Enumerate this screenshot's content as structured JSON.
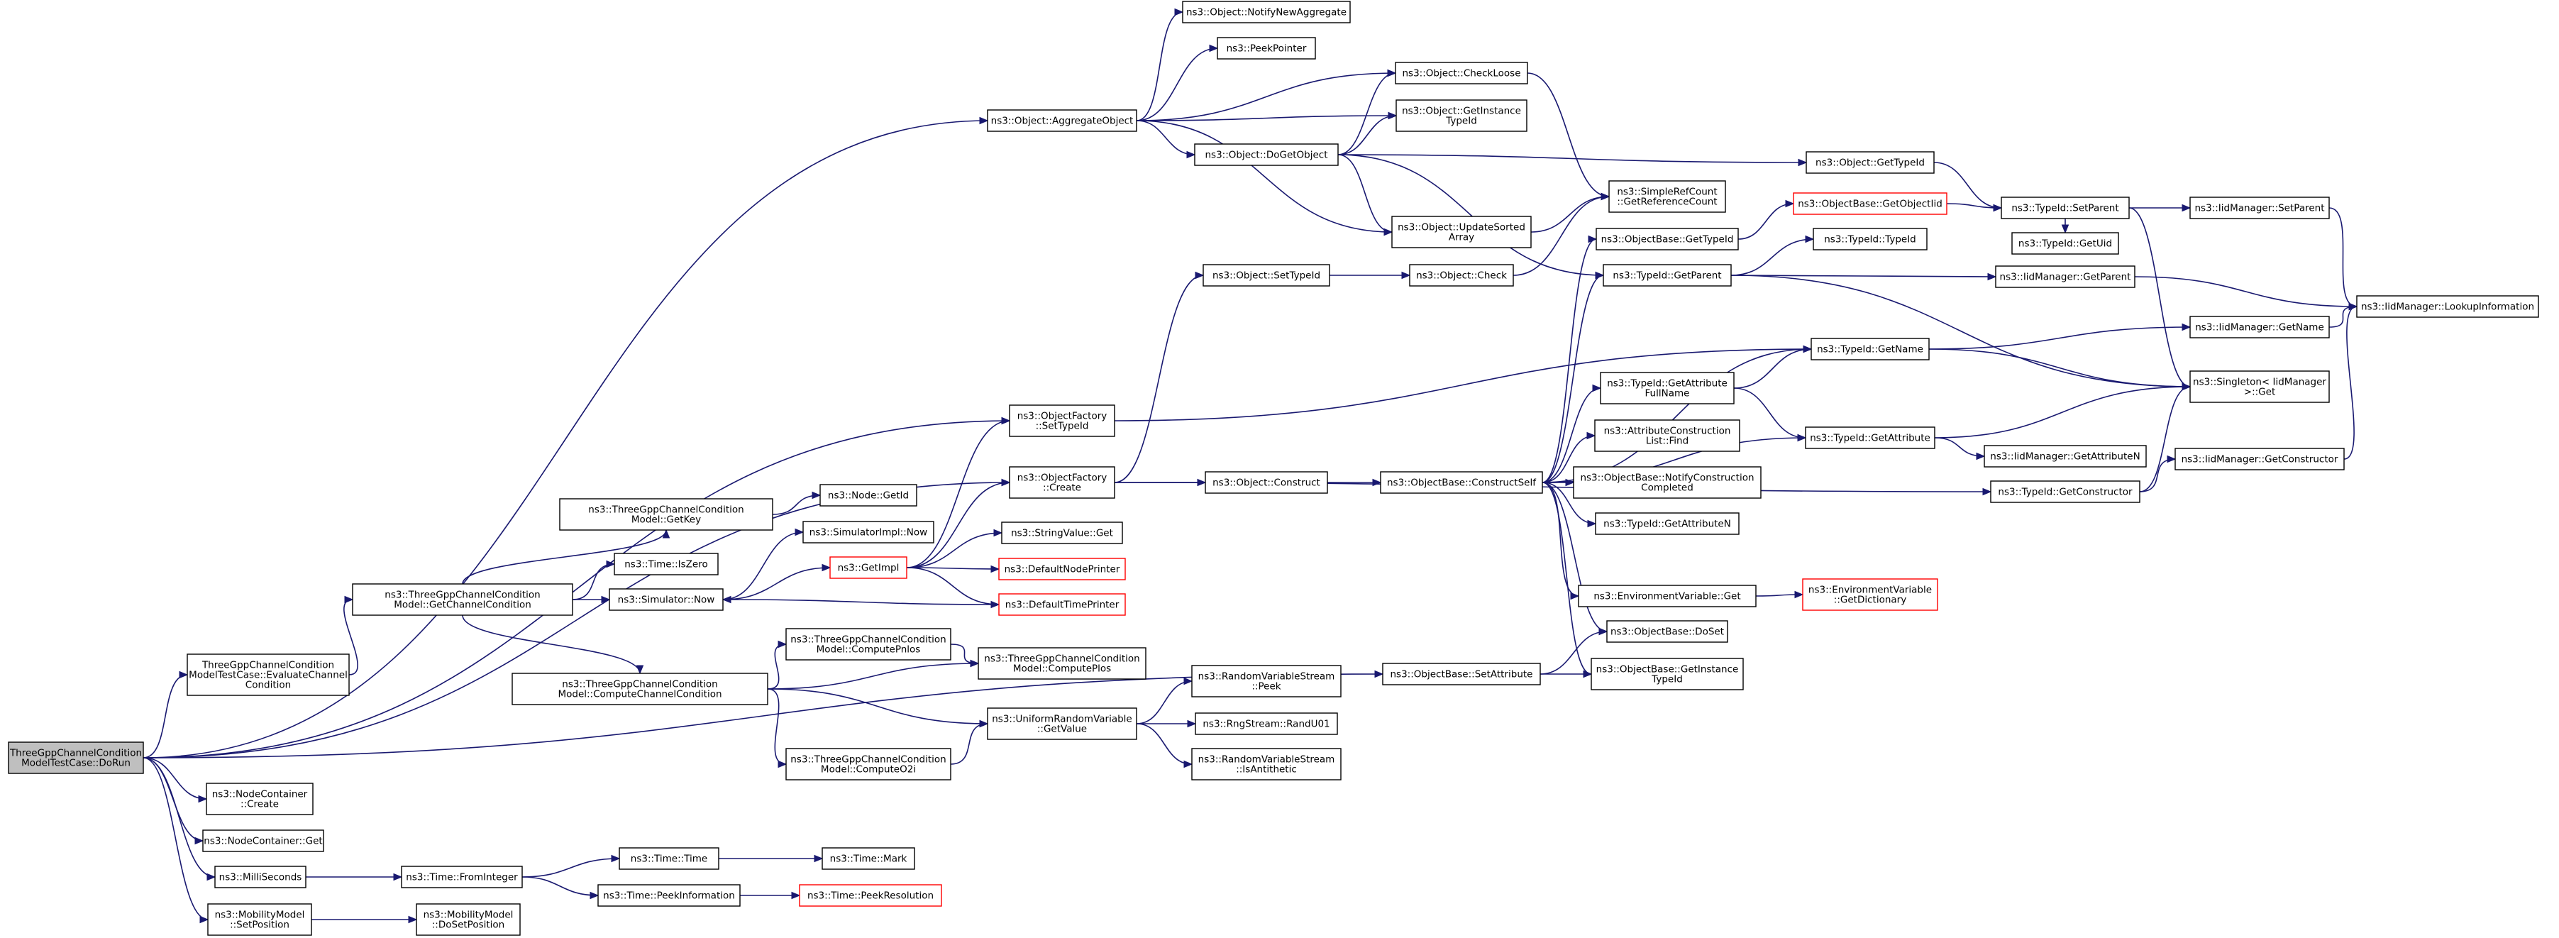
{
  "graph": {
    "root": "n_root",
    "colors": {
      "edge": "#191970",
      "node_border": "#000000",
      "incomplete_border": "#ff0000",
      "root_fill": "#bfbfbf"
    },
    "nodes": [
      {
        "id": "n_root",
        "lines": [
          "ThreeGppChannelCondition",
          "ModelTestCase::DoRun"
        ]
      },
      {
        "id": "n_eval",
        "lines": [
          "ThreeGppChannelCondition",
          "ModelTestCase::EvaluateChannel",
          "Condition"
        ]
      },
      {
        "id": "n_nc_create",
        "lines": [
          "ns3::NodeContainer",
          "::Create"
        ]
      },
      {
        "id": "n_nc_get",
        "lines": [
          "ns3::NodeContainer::Get"
        ]
      },
      {
        "id": "n_milli",
        "lines": [
          "ns3::MilliSeconds"
        ]
      },
      {
        "id": "n_mm_setpos",
        "lines": [
          "ns3::MobilityModel",
          "::SetPosition"
        ]
      },
      {
        "id": "n_mm_dosetpos",
        "lines": [
          "ns3::MobilityModel",
          "::DoSetPosition"
        ]
      },
      {
        "id": "n_time_fromint",
        "lines": [
          "ns3::Time::FromInteger"
        ]
      },
      {
        "id": "n_time_time",
        "lines": [
          "ns3::Time::Time"
        ]
      },
      {
        "id": "n_time_mark",
        "lines": [
          "ns3::Time::Mark"
        ]
      },
      {
        "id": "n_time_peekinfo",
        "lines": [
          "ns3::Time::PeekInformation"
        ]
      },
      {
        "id": "n_time_peekres",
        "lines": [
          "ns3::Time::PeekResolution"
        ],
        "red": true
      },
      {
        "id": "n_getchancond",
        "lines": [
          "ns3::ThreeGppChannelCondition",
          "Model::GetChannelCondition"
        ]
      },
      {
        "id": "n_getkey",
        "lines": [
          "ns3::ThreeGppChannelCondition",
          "Model::GetKey"
        ]
      },
      {
        "id": "n_node_getid",
        "lines": [
          "ns3::Node::GetId"
        ]
      },
      {
        "id": "n_time_iszero",
        "lines": [
          "ns3::Time::IsZero"
        ]
      },
      {
        "id": "n_sim_now",
        "lines": [
          "ns3::Simulator::Now"
        ]
      },
      {
        "id": "n_simimpl_now",
        "lines": [
          "ns3::SimulatorImpl::Now"
        ]
      },
      {
        "id": "n_getimpl",
        "lines": [
          "ns3::GetImpl"
        ],
        "red": true
      },
      {
        "id": "n_stringvalue_get",
        "lines": [
          "ns3::StringValue::Get"
        ]
      },
      {
        "id": "n_defnodeprinter",
        "lines": [
          "ns3::DefaultNodePrinter"
        ],
        "red": true
      },
      {
        "id": "n_deftimeprinter",
        "lines": [
          "ns3::DefaultTimePrinter"
        ],
        "red": true
      },
      {
        "id": "n_compchancond",
        "lines": [
          "ns3::ThreeGppChannelCondition",
          "Model::ComputeChannelCondition"
        ]
      },
      {
        "id": "n_comppnlos",
        "lines": [
          "ns3::ThreeGppChannelCondition",
          "Model::ComputePnlos"
        ]
      },
      {
        "id": "n_compplos",
        "lines": [
          "ns3::ThreeGppChannelCondition",
          "Model::ComputePlos"
        ]
      },
      {
        "id": "n_compo2i",
        "lines": [
          "ns3::ThreeGppChannelCondition",
          "Model::ComputeO2i"
        ]
      },
      {
        "id": "n_urv_getvalue",
        "lines": [
          "ns3::UniformRandomVariable",
          "::GetValue"
        ]
      },
      {
        "id": "n_rvs_peek",
        "lines": [
          "ns3::RandomVariableStream",
          "::Peek"
        ]
      },
      {
        "id": "n_rng_randu01",
        "lines": [
          "ns3::RngStream::RandU01"
        ]
      },
      {
        "id": "n_rvs_isanti",
        "lines": [
          "ns3::RandomVariableStream",
          "::IsAntithetic"
        ]
      },
      {
        "id": "n_of_settypeid",
        "lines": [
          "ns3::ObjectFactory",
          "::SetTypeId"
        ]
      },
      {
        "id": "n_of_create",
        "lines": [
          "ns3::ObjectFactory",
          "::Create"
        ]
      },
      {
        "id": "n_obj_aggregate",
        "lines": [
          "ns3::Object::AggregateObject"
        ]
      },
      {
        "id": "n_obj_notifynewagg",
        "lines": [
          "ns3::Object::NotifyNewAggregate"
        ]
      },
      {
        "id": "n_peekpointer",
        "lines": [
          "ns3::PeekPointer"
        ]
      },
      {
        "id": "n_obj_checkloose",
        "lines": [
          "ns3::Object::CheckLoose"
        ]
      },
      {
        "id": "n_obj_getinsttypeid",
        "lines": [
          "ns3::Object::GetInstance",
          "TypeId"
        ]
      },
      {
        "id": "n_obj_dogetobject",
        "lines": [
          "ns3::Object::DoGetObject"
        ]
      },
      {
        "id": "n_obj_updatesorted",
        "lines": [
          "ns3::Object::UpdateSorted",
          "Array"
        ]
      },
      {
        "id": "n_obj_settypeid",
        "lines": [
          "ns3::Object::SetTypeId"
        ]
      },
      {
        "id": "n_obj_check",
        "lines": [
          "ns3::Object::Check"
        ]
      },
      {
        "id": "n_obj_construct",
        "lines": [
          "ns3::Object::Construct"
        ]
      },
      {
        "id": "n_obj_gettypeid",
        "lines": [
          "ns3::Object::GetTypeId"
        ]
      },
      {
        "id": "n_srefcount",
        "lines": [
          "ns3::SimpleRefCount",
          "::GetReferenceCount"
        ]
      },
      {
        "id": "n_ob_gettypeid",
        "lines": [
          "ns3::ObjectBase::GetTypeId"
        ]
      },
      {
        "id": "n_ob_getobjectiid",
        "lines": [
          "ns3::ObjectBase::GetObjectIid"
        ],
        "red": true
      },
      {
        "id": "n_tid_getparent",
        "lines": [
          "ns3::TypeId::GetParent"
        ]
      },
      {
        "id": "n_tid_typeid",
        "lines": [
          "ns3::TypeId::TypeId"
        ]
      },
      {
        "id": "n_tid_getname",
        "lines": [
          "ns3::TypeId::GetName"
        ]
      },
      {
        "id": "n_tid_getattrfull",
        "lines": [
          "ns3::TypeId::GetAttribute",
          "FullName"
        ]
      },
      {
        "id": "n_acl_find",
        "lines": [
          "ns3::AttributeConstruction",
          "List::Find"
        ]
      },
      {
        "id": "n_ob_constructself",
        "lines": [
          "ns3::ObjectBase::ConstructSelf"
        ]
      },
      {
        "id": "n_ob_notifycc",
        "lines": [
          "ns3::ObjectBase::NotifyConstruction",
          "Completed"
        ]
      },
      {
        "id": "n_tid_getattrn",
        "lines": [
          "ns3::TypeId::GetAttributeN"
        ]
      },
      {
        "id": "n_tid_getattr",
        "lines": [
          "ns3::TypeId::GetAttribute"
        ]
      },
      {
        "id": "n_envvar_get",
        "lines": [
          "ns3::EnvironmentVariable::Get"
        ]
      },
      {
        "id": "n_envvar_getdict",
        "lines": [
          "ns3::EnvironmentVariable",
          "::GetDictionary"
        ],
        "red": true
      },
      {
        "id": "n_ob_doset",
        "lines": [
          "ns3::ObjectBase::DoSet"
        ]
      },
      {
        "id": "n_ob_setattr",
        "lines": [
          "ns3::ObjectBase::SetAttribute"
        ]
      },
      {
        "id": "n_ob_getinsttypeid",
        "lines": [
          "ns3::ObjectBase::GetInstance",
          "TypeId"
        ]
      },
      {
        "id": "n_tid_setparent",
        "lines": [
          "ns3::TypeId::SetParent"
        ]
      },
      {
        "id": "n_tid_getuid",
        "lines": [
          "ns3::TypeId::GetUid"
        ]
      },
      {
        "id": "n_iid_setparent",
        "lines": [
          "ns3::IidManager::SetParent"
        ]
      },
      {
        "id": "n_iid_getparent",
        "lines": [
          "ns3::IidManager::GetParent"
        ]
      },
      {
        "id": "n_iid_getname",
        "lines": [
          "ns3::IidManager::GetName"
        ]
      },
      {
        "id": "n_iid_getattrn",
        "lines": [
          "ns3::IidManager::GetAttributeN"
        ]
      },
      {
        "id": "n_tid_getconstructor",
        "lines": [
          "ns3::TypeId::GetConstructor"
        ]
      },
      {
        "id": "n_iid_getconstructor",
        "lines": [
          "ns3::IidManager::GetConstructor"
        ]
      },
      {
        "id": "n_singleton_get",
        "lines": [
          "ns3::Singleton< IidManager",
          " >::Get"
        ]
      },
      {
        "id": "n_iid_lookup",
        "lines": [
          "ns3::IidManager::LookupInformation"
        ]
      }
    ],
    "edges": [
      [
        "n_root",
        "n_obj_aggregate"
      ],
      [
        "n_root",
        "n_of_settypeid"
      ],
      [
        "n_root",
        "n_of_create"
      ],
      [
        "n_root",
        "n_eval"
      ],
      [
        "n_root",
        "n_ob_setattr"
      ],
      [
        "n_root",
        "n_nc_create"
      ],
      [
        "n_root",
        "n_nc_get"
      ],
      [
        "n_root",
        "n_milli"
      ],
      [
        "n_root",
        "n_mm_setpos"
      ],
      [
        "n_eval",
        "n_getchancond"
      ],
      [
        "n_mm_setpos",
        "n_mm_dosetpos"
      ],
      [
        "n_milli",
        "n_time_fromint"
      ],
      [
        "n_time_fromint",
        "n_time_time"
      ],
      [
        "n_time_fromint",
        "n_time_peekinfo"
      ],
      [
        "n_time_time",
        "n_time_mark"
      ],
      [
        "n_time_peekinfo",
        "n_time_peekres"
      ],
      [
        "n_getchancond",
        "n_getkey"
      ],
      [
        "n_getchancond",
        "n_time_iszero"
      ],
      [
        "n_getchancond",
        "n_sim_now"
      ],
      [
        "n_getchancond",
        "n_compchancond"
      ],
      [
        "n_getkey",
        "n_node_getid"
      ],
      [
        "n_sim_now",
        "n_simimpl_now"
      ],
      [
        "n_sim_now",
        "n_getimpl"
      ],
      [
        "n_getimpl",
        "n_of_settypeid"
      ],
      [
        "n_getimpl",
        "n_of_create"
      ],
      [
        "n_getimpl",
        "n_stringvalue_get"
      ],
      [
        "n_getimpl",
        "n_defnodeprinter"
      ],
      [
        "n_getimpl",
        "n_deftimeprinter"
      ],
      [
        "n_deftimeprinter",
        "n_sim_now"
      ],
      [
        "n_compchancond",
        "n_comppnlos"
      ],
      [
        "n_compchancond",
        "n_compplos"
      ],
      [
        "n_compchancond",
        "n_compo2i"
      ],
      [
        "n_compchancond",
        "n_urv_getvalue"
      ],
      [
        "n_comppnlos",
        "n_compplos"
      ],
      [
        "n_compo2i",
        "n_urv_getvalue"
      ],
      [
        "n_urv_getvalue",
        "n_rvs_peek"
      ],
      [
        "n_urv_getvalue",
        "n_rng_randu01"
      ],
      [
        "n_urv_getvalue",
        "n_rvs_isanti"
      ],
      [
        "n_of_settypeid",
        "n_tid_getname"
      ],
      [
        "n_of_create",
        "n_obj_settypeid"
      ],
      [
        "n_of_create",
        "n_obj_construct"
      ],
      [
        "n_of_create",
        "n_tid_getconstructor"
      ],
      [
        "n_obj_aggregate",
        "n_obj_notifynewagg"
      ],
      [
        "n_obj_aggregate",
        "n_peekpointer"
      ],
      [
        "n_obj_aggregate",
        "n_obj_checkloose"
      ],
      [
        "n_obj_aggregate",
        "n_obj_getinsttypeid"
      ],
      [
        "n_obj_aggregate",
        "n_obj_dogetobject"
      ],
      [
        "n_obj_aggregate",
        "n_obj_updatesorted"
      ],
      [
        "n_obj_dogetobject",
        "n_obj_checkloose"
      ],
      [
        "n_obj_dogetobject",
        "n_obj_getinsttypeid"
      ],
      [
        "n_obj_dogetobject",
        "n_obj_updatesorted"
      ],
      [
        "n_obj_dogetobject",
        "n_obj_gettypeid"
      ],
      [
        "n_obj_dogetobject",
        "n_tid_getparent"
      ],
      [
        "n_obj_checkloose",
        "n_srefcount"
      ],
      [
        "n_obj_updatesorted",
        "n_srefcount"
      ],
      [
        "n_obj_settypeid",
        "n_obj_check"
      ],
      [
        "n_obj_check",
        "n_srefcount"
      ],
      [
        "n_obj_construct",
        "n_ob_constructself"
      ],
      [
        "n_obj_gettypeid",
        "n_tid_setparent"
      ],
      [
        "n_ob_constructself",
        "n_ob_gettypeid"
      ],
      [
        "n_ob_constructself",
        "n_tid_getparent"
      ],
      [
        "n_ob_constructself",
        "n_tid_getname"
      ],
      [
        "n_ob_constructself",
        "n_tid_getattrfull"
      ],
      [
        "n_ob_constructself",
        "n_acl_find"
      ],
      [
        "n_ob_constructself",
        "n_ob_notifycc"
      ],
      [
        "n_ob_constructself",
        "n_tid_getattrn"
      ],
      [
        "n_ob_constructself",
        "n_tid_getattr"
      ],
      [
        "n_ob_constructself",
        "n_envvar_get"
      ],
      [
        "n_ob_constructself",
        "n_ob_doset"
      ],
      [
        "n_ob_constructself",
        "n_ob_getinsttypeid"
      ],
      [
        "n_ob_gettypeid",
        "n_ob_getobjectiid"
      ],
      [
        "n_ob_getobjectiid",
        "n_tid_setparent"
      ],
      [
        "n_tid_getparent",
        "n_tid_typeid"
      ],
      [
        "n_tid_getparent",
        "n_iid_getparent"
      ],
      [
        "n_tid_getparent",
        "n_singleton_get"
      ],
      [
        "n_tid_getattrfull",
        "n_tid_getname"
      ],
      [
        "n_tid_getattrfull",
        "n_tid_getattr"
      ],
      [
        "n_tid_getname",
        "n_iid_getname"
      ],
      [
        "n_tid_getname",
        "n_singleton_get"
      ],
      [
        "n_tid_getattr",
        "n_iid_getattrn"
      ],
      [
        "n_tid_getattr",
        "n_singleton_get"
      ],
      [
        "n_envvar_get",
        "n_envvar_getdict"
      ],
      [
        "n_ob_setattr",
        "n_ob_doset"
      ],
      [
        "n_ob_setattr",
        "n_ob_getinsttypeid"
      ],
      [
        "n_tid_setparent",
        "n_iid_setparent"
      ],
      [
        "n_tid_setparent",
        "n_tid_getuid"
      ],
      [
        "n_tid_setparent",
        "n_singleton_get"
      ],
      [
        "n_iid_setparent",
        "n_iid_lookup"
      ],
      [
        "n_iid_getparent",
        "n_iid_lookup"
      ],
      [
        "n_iid_getname",
        "n_iid_lookup"
      ],
      [
        "n_tid_getconstructor",
        "n_iid_getconstructor"
      ],
      [
        "n_tid_getconstructor",
        "n_singleton_get"
      ],
      [
        "n_iid_getconstructor",
        "n_iid_lookup"
      ]
    ]
  }
}
